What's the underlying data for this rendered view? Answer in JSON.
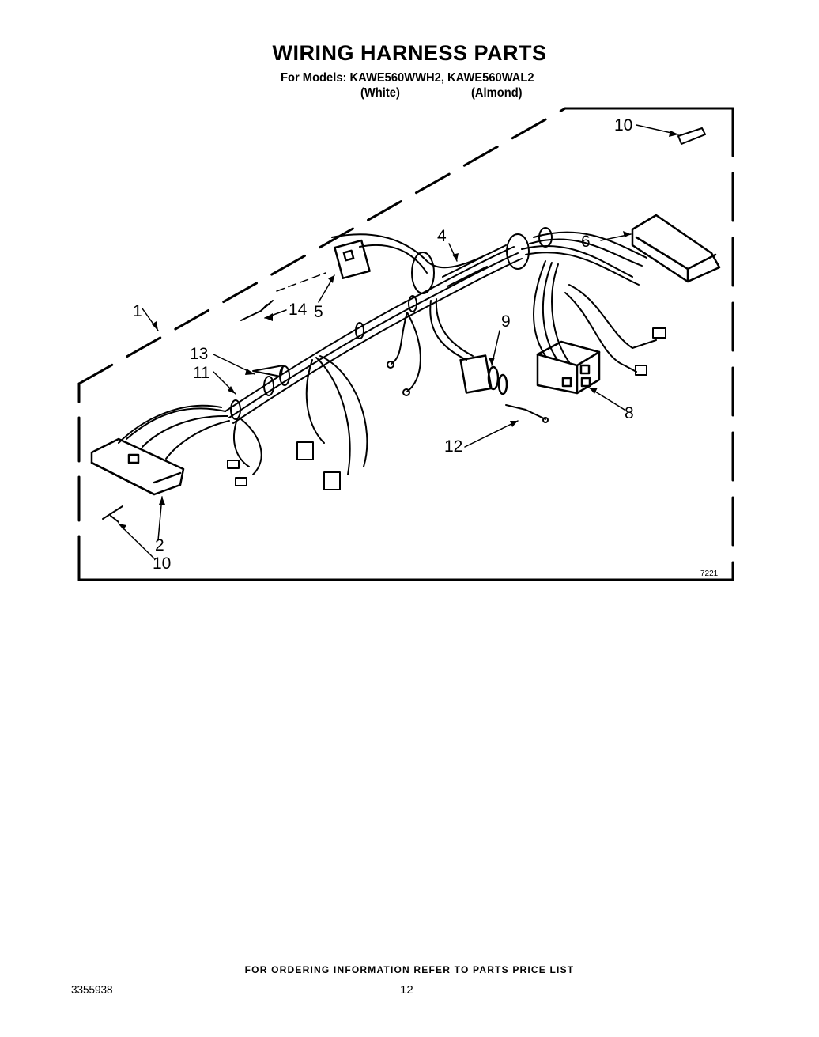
{
  "header": {
    "title": "WIRING HARNESS PARTS",
    "models_line": "For Models: KAWE560WWH2, KAWE560WAL2",
    "color_white": "(White)",
    "color_almond": "(Almond)"
  },
  "diagram": {
    "callouts": {
      "c1": "1",
      "c2": "2",
      "c4": "4",
      "c5": "5",
      "c6": "6",
      "c8": "8",
      "c9": "9",
      "c10_top": "10",
      "c10_bottom": "10",
      "c11": "11",
      "c12": "12",
      "c13": "13",
      "c14": "14"
    },
    "figure_number": "7221"
  },
  "footer": {
    "ordering_note": "FOR ORDERING INFORMATION REFER TO PARTS PRICE LIST",
    "document_number": "3355938",
    "page_number": "12"
  }
}
